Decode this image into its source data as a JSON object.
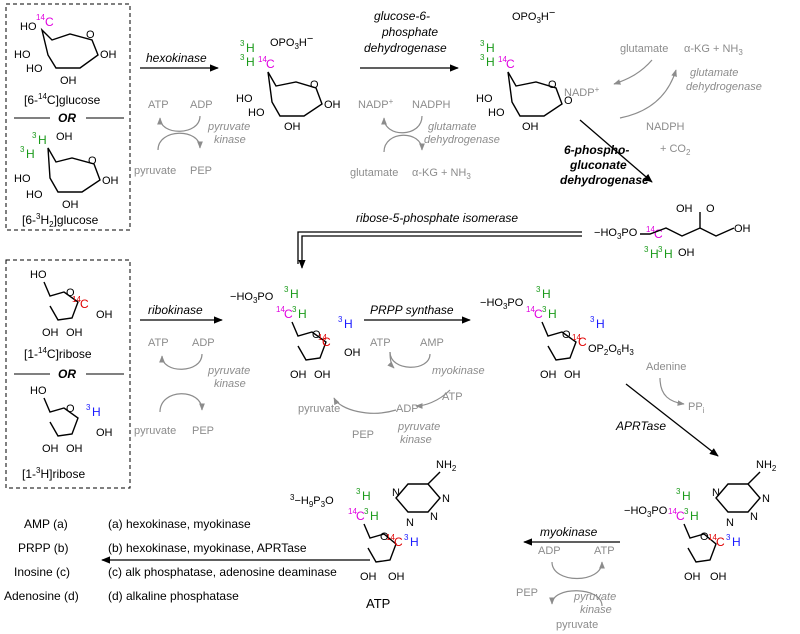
{
  "start_box_top": {
    "sub1": "[6-",
    "sup1": "14",
    "sub1b": "C]glucose",
    "or": "OR",
    "sub2": "[6-",
    "sup2": "3",
    "sub2b": "H",
    "sub2c": "2",
    "sub2d": "]glucose"
  },
  "start_box_bottom": {
    "sub1": "[1-",
    "sup1": "14",
    "sub1b": "C]ribose",
    "or": "OR",
    "sub2": "[1-",
    "sup2": "3",
    "sub2b": "H]ribose"
  },
  "enzymes": {
    "hexokinase": "hexokinase",
    "g6pdh_1": "glucose-6-",
    "g6pdh_2": "phosphate",
    "g6pdh_3": "dehydrogenase",
    "pgdh_1": "6-phospho-",
    "pgdh_2": "gluconate",
    "pgdh_3": "dehydrogenase",
    "rpi": "ribose-5-phosphate isomerase",
    "ribokinase": "ribokinase",
    "prpp": "PRPP synthase",
    "aprt": "APRTase",
    "myokinase": "myokinase"
  },
  "cofactors": {
    "atp": "ATP",
    "adp": "ADP",
    "amp": "AMP",
    "pyruvate": "pyruvate",
    "pep": "PEP",
    "pyruvate_kinase_1": "pyruvate",
    "pyruvate_kinase_2": "kinase",
    "nadp": "NADP",
    "nadph": "NADPH",
    "glutamate": "glutamate",
    "akg": "α-KG + NH",
    "gdh_1": "glutamate",
    "gdh_2": "dehydrogenase",
    "co2": "+ CO",
    "adenine": "Adenine",
    "ppi": "PP",
    "ppi_sub": "i",
    "myokinase": "myokinase"
  },
  "atoms": {
    "oh": "OH",
    "ho": "HO",
    "o": "O",
    "h": "H",
    "c14": "C",
    "sup14": "14",
    "sup3": "3",
    "opo3h": "OPO",
    "opo3h_3": "3",
    "opo3h_h": "H",
    "ho3po": "HO",
    "ho3po_3": "3",
    "ho3po_po": "PO",
    "op2o6h3": "OP",
    "op2o6h3_b": "O",
    "op2o6h3_c": "H",
    "nh2": "NH",
    "nh2_2": "2",
    "n": "N",
    "atp_prefix": "H",
    "atp_9": "9",
    "atp_p": "P",
    "atp_3": "3",
    "atp_o": "O"
  },
  "product_label": "ATP",
  "legend": {
    "products": [
      "AMP (a)",
      "PRPP (b)",
      "Inosine (c)",
      "Adenosine (d)"
    ],
    "conditions": [
      "(a) hexokinase, myokinase",
      "(b) hexokinase, myokinase, APRTase",
      "(c) alk phosphatase, adenosine deaminase",
      "(d) alkaline phosphatase"
    ]
  },
  "colors": {
    "label_14c": "#e000e0",
    "label_3h": "#1a9a1a",
    "label_14c_ribose": "#e00000",
    "label_3h_ribose": "#1a1aff",
    "cofactor_gray": "#8c8c8c"
  }
}
